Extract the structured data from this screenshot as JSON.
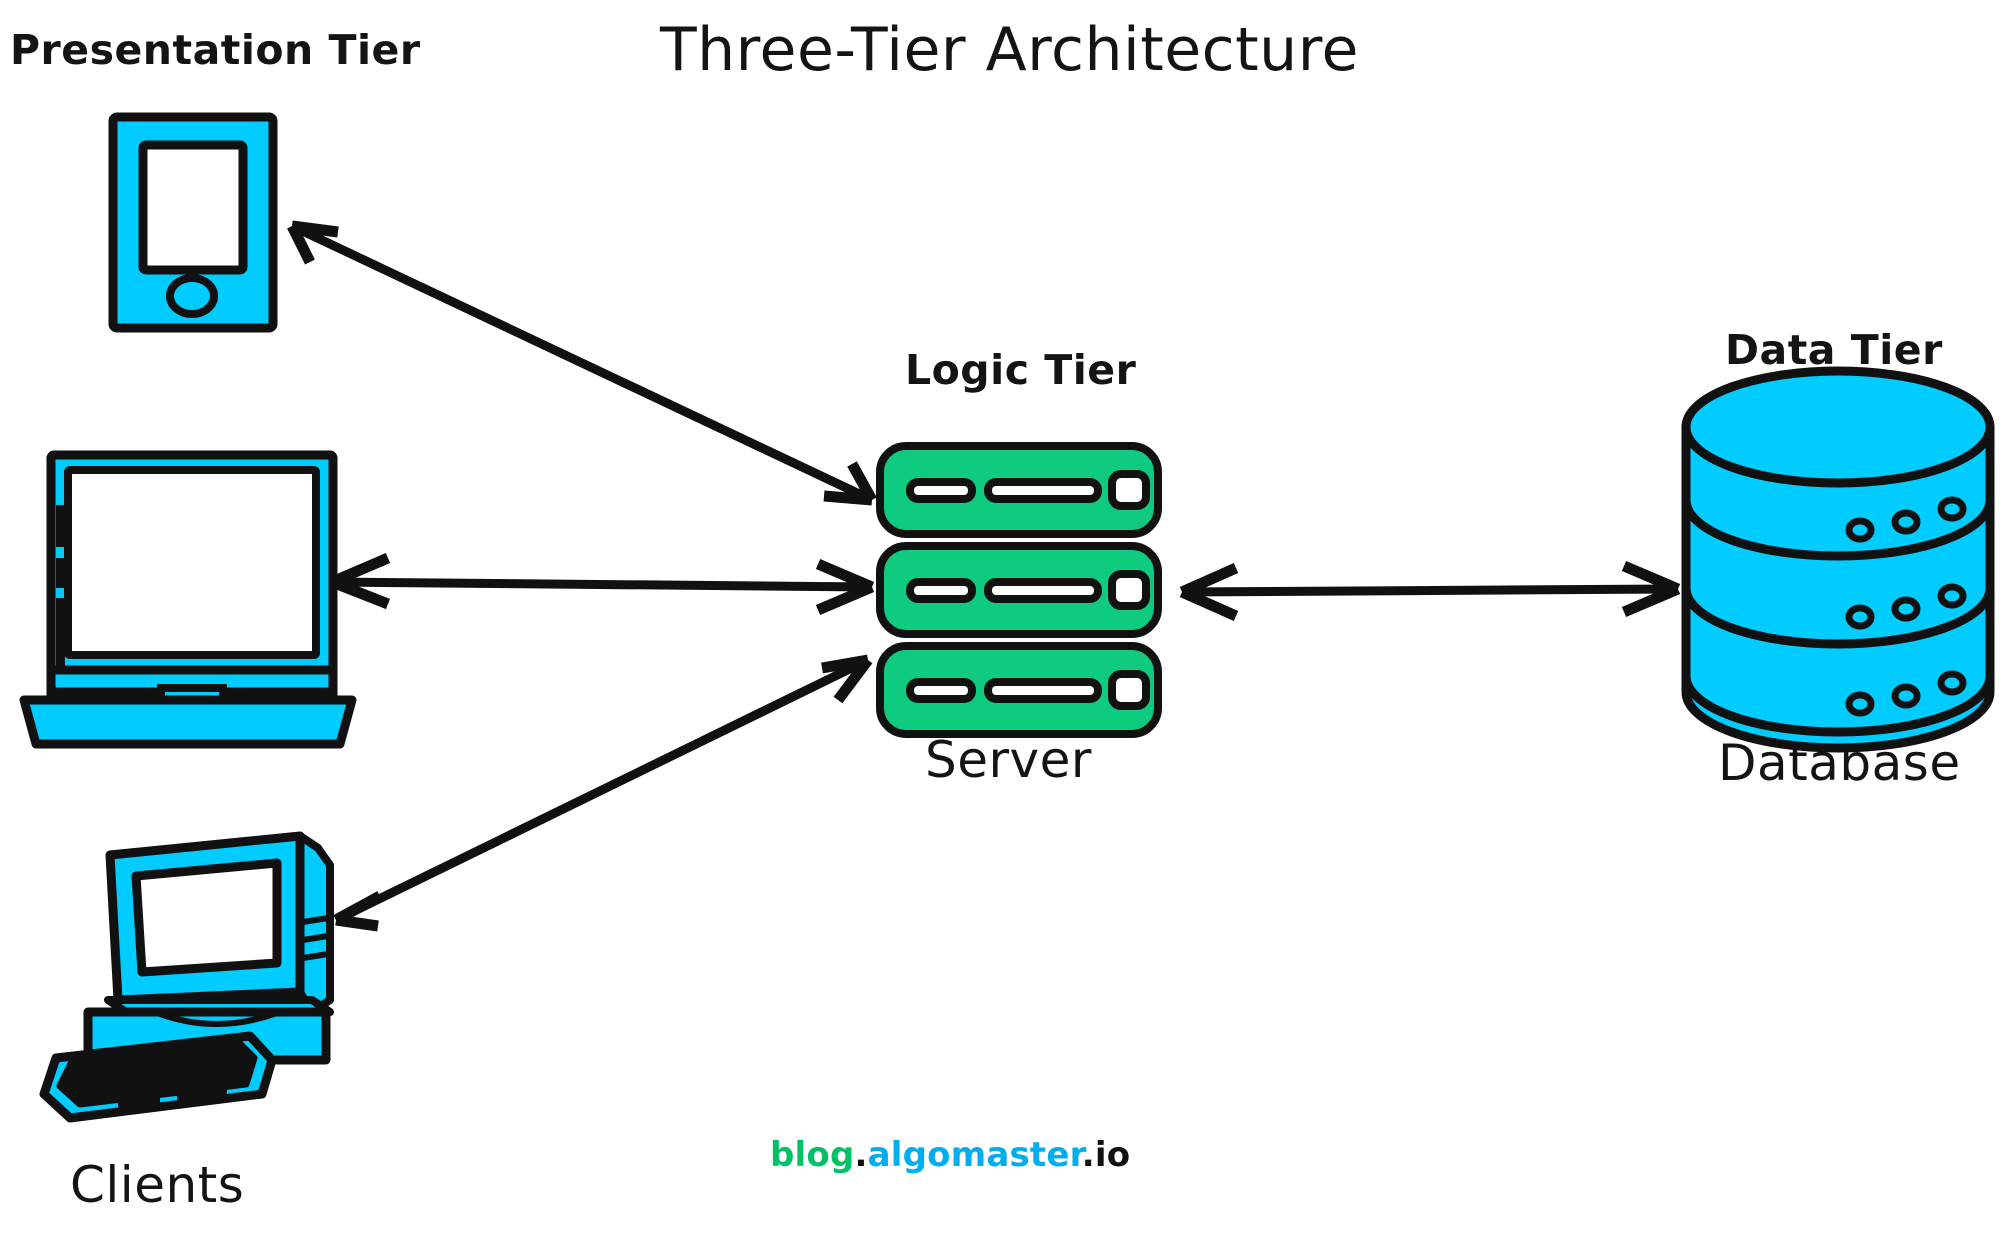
{
  "diagram": {
    "title": "Three-Tier Architecture",
    "type": "architecture-diagram",
    "background": "#ffffff",
    "colors": {
      "client_cyan": "#00CCFF",
      "server_green": "#0ECB7F",
      "stroke_black": "#111111",
      "screen_white": "#FFFFFF",
      "watermark_green": "#00C264",
      "watermark_blue": "#00AEEF",
      "watermark_black": "#111111"
    }
  },
  "labels": {
    "presentation_tier": "Presentation Tier",
    "logic_tier": "Logic Tier",
    "data_tier": "Data Tier",
    "server": "Server",
    "database": "Database",
    "clients": "Clients"
  },
  "nodes": [
    {
      "id": "phone",
      "icon": "mobile-phone-icon",
      "tier": "Presentation Tier",
      "group": "Clients"
    },
    {
      "id": "laptop",
      "icon": "laptop-icon",
      "tier": "Presentation Tier",
      "group": "Clients"
    },
    {
      "id": "desktop",
      "icon": "desktop-computer-icon",
      "tier": "Presentation Tier",
      "group": "Clients"
    },
    {
      "id": "server",
      "icon": "server-stack-icon",
      "tier": "Logic Tier",
      "label": "Server"
    },
    {
      "id": "database",
      "icon": "database-cylinder-icon",
      "tier": "Data Tier",
      "label": "Database"
    }
  ],
  "connections": [
    {
      "from": "phone",
      "to": "server",
      "direction": "bidirectional"
    },
    {
      "from": "laptop",
      "to": "server",
      "direction": "bidirectional"
    },
    {
      "from": "desktop",
      "to": "server",
      "direction": "bidirectional"
    },
    {
      "from": "server",
      "to": "database",
      "direction": "bidirectional"
    }
  ],
  "watermark": {
    "part_blog": "blog",
    "dot_1": ".",
    "part_algomaster": "algomaster",
    "part_io": ".io"
  }
}
